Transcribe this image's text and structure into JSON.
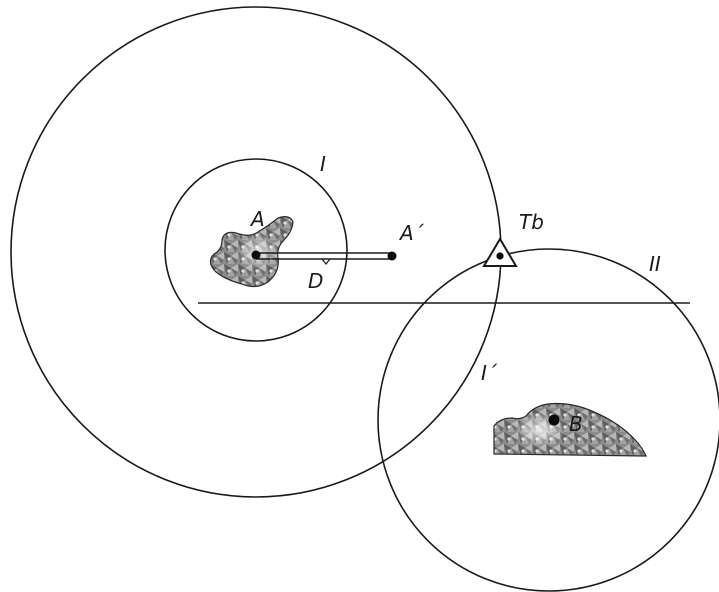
{
  "labels": {
    "A": "A",
    "A_prime": "A´",
    "D": "D",
    "I": "I",
    "I_prime": "I´",
    "II": "II",
    "Tb": "Tb",
    "B": "B"
  },
  "colors": {
    "stroke": "#1a1a1a",
    "body_dark": "#6e6e6e",
    "body_light": "#d6d6d6",
    "background": "#ffffff"
  }
}
